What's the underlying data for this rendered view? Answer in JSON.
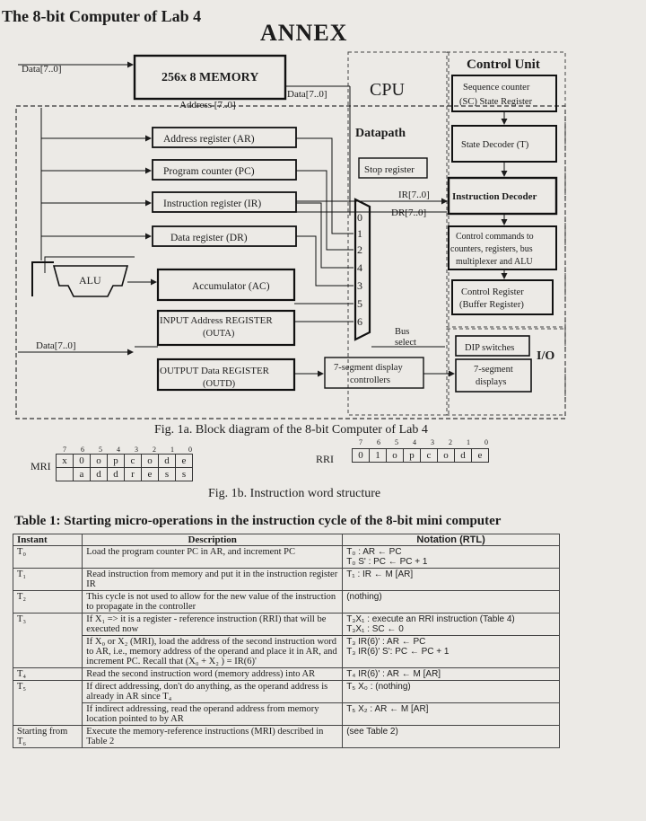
{
  "header": {
    "title": "The 8-bit Computer of Lab 4",
    "annex": "ANNEX"
  },
  "diagram": {
    "memory": "256x 8 MEMORY",
    "data_in": "Data[7..0]",
    "data_out": "Data[7..0]",
    "address_bus": "Address [7..0]",
    "cpu": "CPU",
    "datapath": "Datapath",
    "control_unit": "Control Unit",
    "registers": {
      "ar": "Address register  (AR)",
      "pc": "Program counter  (PC)",
      "ir": "Instruction register  (IR)",
      "dr": "Data register  (DR)",
      "alu": "ALU",
      "ac": "Accumulator (AC)",
      "outa_line1": "INPUT Address REGISTER",
      "outa_line2": "(OUTA)",
      "outd_line1": "OUTPUT Data REGISTER",
      "outd_line2": "(OUTD)"
    },
    "stop_register": "Stop register",
    "ir_bus": "IR[7..0]",
    "dr_bus": "DR[7..0]",
    "mux_inputs": [
      "0",
      "1",
      "2",
      "4",
      "3",
      "5",
      "6"
    ],
    "bus_select_1": "Bus",
    "bus_select_2": "select",
    "data_left": "Data[7..0]",
    "seg_ctrl_1": "7-segment display",
    "seg_ctrl_2": "controllers",
    "cu": {
      "seq_1": "Sequence counter",
      "seq_2": "(SC) State Register",
      "state_decoder": "State Decoder (T)",
      "instr_decoder": "Instruction Decoder",
      "ctrl_cmd_1": "Control commands to",
      "ctrl_cmd_2": "counters, registers, bus",
      "ctrl_cmd_3": "multiplexer and ALU",
      "ctrl_reg_1": "Control Register",
      "ctrl_reg_2": "(Buffer Register)",
      "dip": "DIP switches",
      "seg_disp_1": "7-segment",
      "seg_disp_2": "displays",
      "io": "I/O"
    },
    "caption": "Fig. 1a. Block diagram of the 8-bit Computer of Lab 4"
  },
  "instruction_word": {
    "mri_label": "MRI",
    "rri_label": "RRI",
    "bits": [
      "7",
      "6",
      "5",
      "4",
      "3",
      "2",
      "1",
      "0"
    ],
    "mri_row1": [
      "x",
      "0",
      "o",
      "p",
      "c",
      "o",
      "d",
      "e"
    ],
    "mri_row2": [
      "",
      "a",
      "d",
      "d",
      "r",
      "e",
      "s",
      "s"
    ],
    "rri_row": [
      "0",
      "1",
      "o",
      "p",
      "c",
      "o",
      "d",
      "e"
    ],
    "caption": "Fig. 1b. Instruction word structure"
  },
  "table": {
    "title": "Table 1: Starting micro-operations in the instruction cycle of the 8-bit mini computer",
    "headers": [
      "Instant",
      "Description",
      "Notation (RTL)"
    ],
    "rows": [
      {
        "instant": "T₀",
        "desc": "Load the program counter PC in AR, and increment PC",
        "rtl": [
          "T₀ : AR ← PC",
          "T₀ S' : PC ← PC + 1"
        ]
      },
      {
        "instant": "T₁",
        "desc": "Read instruction from memory and put it in the instruction register IR",
        "rtl": [
          "T₁ : IR ← M [AR]"
        ]
      },
      {
        "instant": "T₂",
        "desc": "This cycle is not used to allow for the new value of the instruction to propagate in the controller",
        "rtl": [
          "(nothing)"
        ]
      },
      {
        "instant": "T₃",
        "desc": "If X₁ => it is a register - reference instruction (RRI) that will be executed now",
        "rtl": [
          "T₃X₁ : execute an RRI instruction (Table 4)",
          "T₃X₁ : SC ← 0"
        ]
      },
      {
        "instant": "",
        "desc": "If X₀ or X₂ (MRI), load the address of the second instruction word to AR, i.e., memory address of the operand and place it in AR, and increment PC. Recall that (X₀ + X₂ ) = IR(6)'",
        "rtl": [
          "T₃ IR(6)' : AR ← PC",
          "T₃ IR(6)' S': PC ← PC + 1"
        ]
      },
      {
        "instant": "T₄",
        "desc": "Read the second instruction word (memory address) into AR",
        "rtl": [
          "T₄ IR(6)' : AR ← M [AR]"
        ]
      },
      {
        "instant": "T₅",
        "desc": "If direct addressing, don't do anything, as the operand address is already in AR since T₄",
        "rtl": [
          "T₅ X₀ : (nothing)"
        ]
      },
      {
        "instant": "",
        "desc": "If indirect addressing, read the operand address from memory location pointed to by AR",
        "rtl": [
          "T₅ X₂ : AR ← M [AR]"
        ]
      },
      {
        "instant": "Starting from T₆",
        "desc": "Execute the memory-reference instructions (MRI) described in Table 2",
        "rtl": [
          "(see Table 2)"
        ]
      }
    ]
  }
}
